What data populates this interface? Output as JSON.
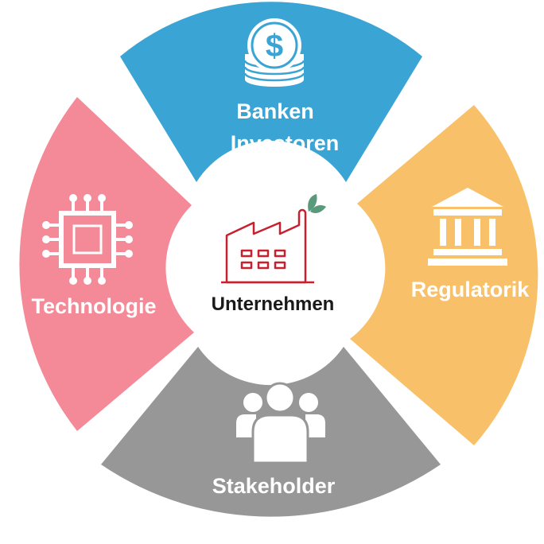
{
  "diagram": {
    "center": {
      "label": "Unternehmen",
      "icon": "factory-icon"
    },
    "segments": [
      {
        "id": "banken",
        "lines": [
          "Banken",
          "Investoren"
        ],
        "icon": "coins-dollar-icon",
        "color": "#3aa4d5"
      },
      {
        "id": "regulatorik",
        "lines": [
          "Regulatorik"
        ],
        "icon": "courthouse-icon",
        "color": "#f9c06a"
      },
      {
        "id": "stakeholder",
        "lines": [
          "Stakeholder"
        ],
        "icon": "people-group-icon",
        "color": "#979797"
      },
      {
        "id": "technologie",
        "lines": [
          "Technologie"
        ],
        "icon": "chip-icon",
        "color": "#f48a97"
      }
    ],
    "colors": {
      "factory": "#c8202f",
      "leaf": "#5a9a7c",
      "text_dark": "#1a1a1a"
    }
  }
}
